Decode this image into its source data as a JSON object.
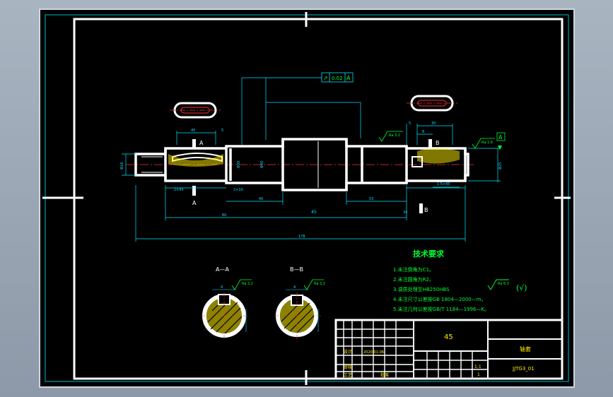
{
  "colors": {
    "sheet": "#000000",
    "frame": "#ffffff",
    "dimension": "#00e5ff",
    "text": "#00ff33",
    "centerline": "#ff3030",
    "hatch": "#ffee00"
  },
  "tolerance_frame": {
    "symbol": "↗",
    "value": "0.02",
    "datum": "A"
  },
  "datum_label": "A",
  "section_labels": {
    "left_view": "A",
    "right_view": "B"
  },
  "dimensions": {
    "left_key_length": "45",
    "right_key_length": "30",
    "left_key_offset": "5",
    "right_key_offset": "5",
    "right_key_width": "8",
    "left_end_dia": "Φ18",
    "right_end_dia": "Φ25",
    "bearing_dia_left": "Φ30",
    "collar_dia": "Φ40",
    "chamfer_left": "2×45",
    "chamfer_mid": "2×10",
    "chamfer_right": "1.5×45",
    "dim_53": "53",
    "dim_40": "40",
    "dim_45_bottom": "45",
    "dim_34": "34",
    "dim_60": "60",
    "dim_178": "178",
    "roughness_left": "Ra 3.2",
    "roughness_right": "Ra 1.6"
  },
  "sections": {
    "a_title": "A—A",
    "b_title": "B—B",
    "a_roughness": "Ra 3.2",
    "b_roughness": "Ra 3.2",
    "a_dim": "4",
    "b_dim": "4"
  },
  "tech_requirements": {
    "title": "技术要求",
    "items": [
      "1.未注倒角为C1。",
      "2.未注圆角为R2。",
      "3.调质处理至HB250HBS",
      "4.未注尺寸公差按GB 1804—2000—m。",
      "5.未注几何公差按GB/T 1184—1996—K。"
    ]
  },
  "general_roughness": {
    "value": "Ra 6.3",
    "check": "(√)"
  },
  "title_block": {
    "material": "45",
    "part_name": "轴套",
    "drawing_number": "JJTG3_01",
    "sheet_count": "1",
    "scale": "1:1",
    "labels": [
      "设计",
      "审核",
      "工艺",
      "批准"
    ],
    "date_label": "2020-01-06"
  }
}
